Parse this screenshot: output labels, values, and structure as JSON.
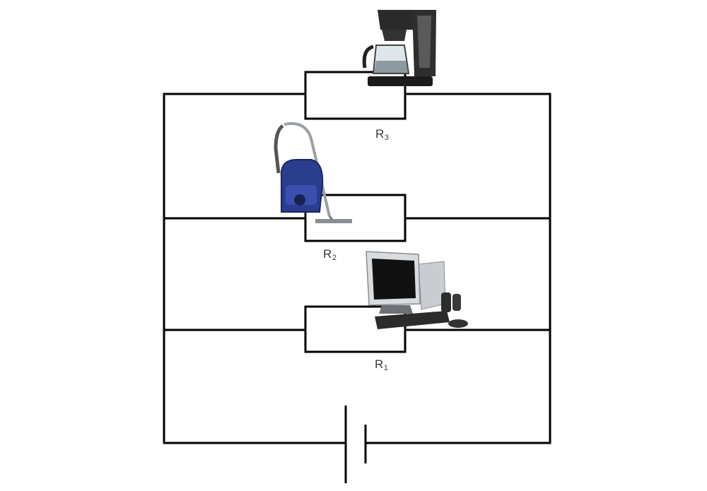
{
  "diagram": {
    "type": "parallel-circuit",
    "resistors": [
      {
        "id": "R1",
        "letter": "R",
        "index": "1",
        "device_icon": "computer-icon"
      },
      {
        "id": "R2",
        "letter": "R",
        "index": "2",
        "device_icon": "vacuum-cleaner-icon"
      },
      {
        "id": "R3",
        "letter": "R",
        "index": "3",
        "device_icon": "coffee-maker-icon"
      }
    ],
    "source_icon": "battery-icon",
    "colors": {
      "wire": "#000000",
      "label": "#3a3a3a"
    }
  }
}
